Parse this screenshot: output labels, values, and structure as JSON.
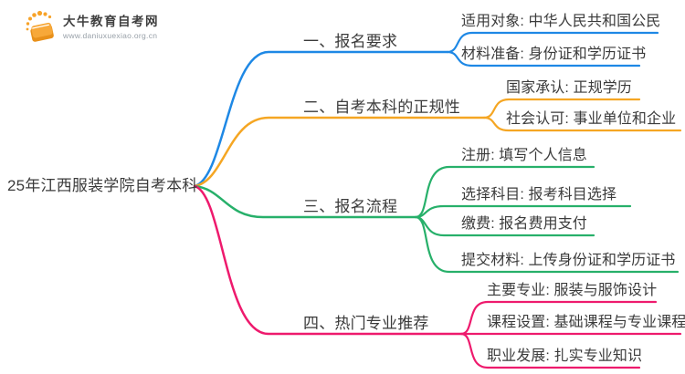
{
  "logo": {
    "title": "大牛教育自考网",
    "url": "www.daniuxuexiao.org.cn",
    "brand_color": "#F59E22"
  },
  "central_topic": "25年江西服装学院自考本科",
  "branches": [
    {
      "label": "一、报名要求",
      "color": "#1E88E5",
      "children": [
        {
          "label": "适用对象: 中华人民共和国公民"
        },
        {
          "label": "材料准备: 身份证和学历证书"
        }
      ]
    },
    {
      "label": "二、自考本科的正规性",
      "color": "#F5A623",
      "children": [
        {
          "label": "国家承认: 正规学历"
        },
        {
          "label": "社会认可: 事业单位和企业"
        }
      ]
    },
    {
      "label": "三、报名流程",
      "color": "#27B06A",
      "children": [
        {
          "label": "注册: 填写个人信息"
        },
        {
          "label": "选择科目: 报考科目选择"
        },
        {
          "label": "缴费: 报名费用支付"
        },
        {
          "label": "提交材料: 上传身份证和学历证书"
        }
      ]
    },
    {
      "label": "四、热门专业推荐",
      "color": "#EE1A6D",
      "children": [
        {
          "label": "主要专业: 服装与服饰设计"
        },
        {
          "label": "课程设置: 基础课程与专业课程"
        },
        {
          "label": "职业发展: 扎实专业知识"
        }
      ]
    }
  ]
}
